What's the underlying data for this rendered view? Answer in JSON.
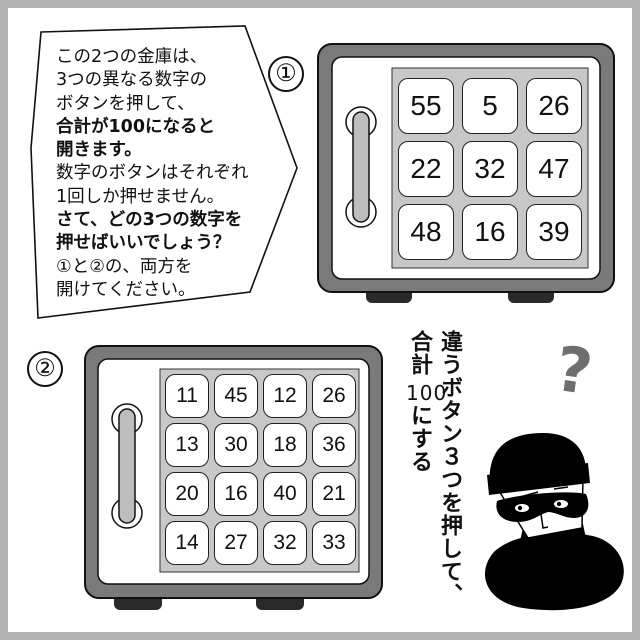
{
  "puzzle": {
    "instructions": [
      {
        "text": "この2つの金庫は、",
        "bold": false
      },
      {
        "text": "3つの異なる数字の",
        "bold": false
      },
      {
        "text": "ボタンを押して、",
        "bold": false
      },
      {
        "text": "合計が100になると",
        "bold": true
      },
      {
        "text": "開きます。",
        "bold": true
      },
      {
        "text": "数字のボタンはそれぞれ",
        "bold": false
      },
      {
        "text": "1回しか押せません。",
        "bold": false
      },
      {
        "text": "さて、どの3つの数字を",
        "bold": true
      },
      {
        "text": "押せばいいでしょう？",
        "bold": true
      },
      {
        "text": "①と②の、両方を",
        "bold": false
      },
      {
        "text": "開けてください。",
        "bold": false
      }
    ]
  },
  "safe1": {
    "label": "①",
    "keys": [
      "55",
      "5",
      "26",
      "22",
      "32",
      "47",
      "48",
      "16",
      "39"
    ]
  },
  "safe2": {
    "label": "②",
    "keys": [
      "11",
      "45",
      "12",
      "26",
      "13",
      "30",
      "18",
      "36",
      "20",
      "16",
      "40",
      "21",
      "14",
      "27",
      "32",
      "33"
    ]
  },
  "caption": {
    "col1": "違うボタン３つを押して、",
    "col2a": "合計",
    "col2b": "100",
    "col2c": "にする"
  },
  "question_mark": "?",
  "colors": {
    "outer_border": "#b3b3b3",
    "safe_body": "#7a7a7a",
    "keypad_bg": "#c8c8c8",
    "handle": "#bdbdbd",
    "question_mark": "#6e6e6e"
  }
}
